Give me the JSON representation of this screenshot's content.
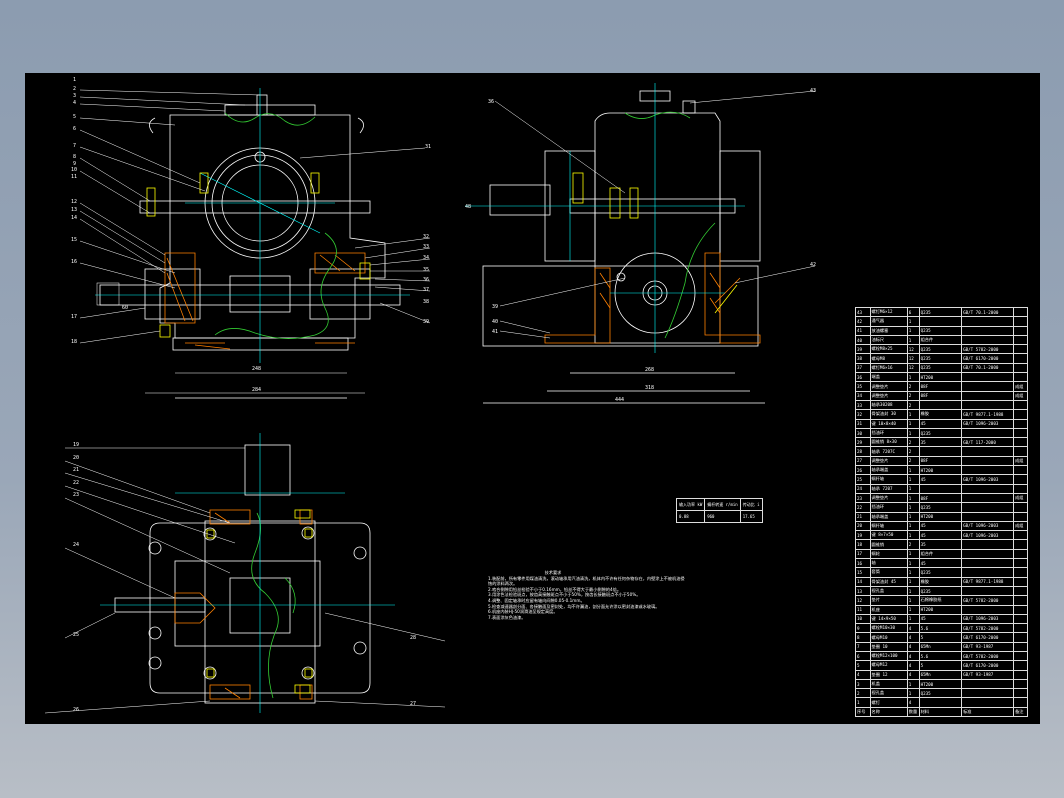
{
  "drawing": {
    "colors": {
      "background": "#000000",
      "outline": "#ffffff",
      "centerline": "#00ffff",
      "hatch": "#ff8000",
      "break_line": "#33cc33",
      "bolt": "#ffff00",
      "dim": "#ff00ff"
    },
    "front_view_balloons_left": [
      "1",
      "2",
      "3",
      "4",
      "5",
      "6",
      "7",
      "8",
      "9",
      "10",
      "11",
      "12",
      "13",
      "14",
      "15",
      "16",
      "17",
      "18"
    ],
    "front_view_balloons_right": [
      "31",
      "32",
      "33",
      "34",
      "35",
      "36",
      "37",
      "38",
      "39"
    ],
    "front_view_dims": [
      "248",
      "284",
      "60"
    ],
    "side_view_balloons": [
      "36",
      "43",
      "39",
      "40",
      "41",
      "42"
    ],
    "side_view_dims": [
      "268",
      "318",
      "444",
      "48"
    ],
    "top_view_balloons_left": [
      "19",
      "20",
      "21",
      "22",
      "23",
      "24",
      "25",
      "26"
    ],
    "top_view_balloons_right": [
      "28",
      "27"
    ]
  },
  "spec_table": {
    "headers": [
      "输入功率 kW",
      "蜗杆转速 r/min",
      "传动比 i"
    ],
    "values": [
      "0.88",
      "960",
      "17.65"
    ]
  },
  "technical_notes": {
    "title": "技术要求",
    "lines": [
      "1.装配前，所有零件用煤油清洗，滚动轴承用汽油清洗，机体内不许有任何杂物存在，内壁涂上不被机油侵蚀的涂料两次。",
      "2.啮合侧隙用铅丝检验不小于0.16mm，铅丝不得大于最小侧隙的4倍。",
      "3.用涂色法检验斑点，按齿高接触斑点不小于50%，按齿长接触斑点不小于50%。",
      "4.调整、固定轴承时应留有轴向间隙0.05-0.1mm。",
      "5.检查减速器剖分面、各接触面及密封处，均不许漏油，剖分面允许涂以密封油漆或水玻璃。",
      "6.机座内装HJ-50润滑油至规定高度。",
      "7.表面涂灰色油漆。"
    ]
  },
  "bom": {
    "rows": [
      [
        "43",
        "螺钉M6×12",
        "6",
        "Q235",
        "GB/T 70.1-2000",
        ""
      ],
      [
        "42",
        "通气器",
        "1",
        "",
        "",
        ""
      ],
      [
        "41",
        "放油螺塞",
        "1",
        "Q235",
        "",
        ""
      ],
      [
        "40",
        "油标尺",
        "1",
        "组合件",
        "",
        ""
      ],
      [
        "39",
        "螺栓M8×25",
        "12",
        "Q235",
        "GB/T 5782-2000",
        ""
      ],
      [
        "38",
        "螺母M8",
        "12",
        "Q235",
        "GB/T 6170-2000",
        ""
      ],
      [
        "37",
        "螺钉M6×16",
        "12",
        "Q235",
        "GB/T 70.1-2000",
        ""
      ],
      [
        "36",
        "端盖",
        "1",
        "HT200",
        "",
        ""
      ],
      [
        "35",
        "调整垫片",
        "2",
        "08F",
        "",
        "成组"
      ],
      [
        "34",
        "调整垫片",
        "2",
        "08F",
        "",
        "成组"
      ],
      [
        "33",
        "轴承30208",
        "2",
        "",
        "",
        ""
      ],
      [
        "32",
        "骨架油封 30",
        "1",
        "橡胶",
        "GB/T 9877.1-1988",
        ""
      ],
      [
        "31",
        "键 10×8×40",
        "1",
        "45",
        "GB/T 1096-2003",
        ""
      ],
      [
        "30",
        "挡油环",
        "1",
        "Q235",
        "",
        ""
      ],
      [
        "29",
        "圆锥销 8×30",
        "2",
        "35",
        "GB/T 117-2000",
        ""
      ],
      [
        "28",
        "轴承 7207C",
        "2",
        "",
        "",
        ""
      ],
      [
        "27",
        "调整垫片",
        "2",
        "08F",
        "",
        "成组"
      ],
      [
        "26",
        "轴承端盖",
        "1",
        "HT200",
        "",
        ""
      ],
      [
        "25",
        "蜗杆轴",
        "1",
        "45",
        "GB/T 1096-2003",
        ""
      ],
      [
        "24",
        "轴承 7207",
        "1",
        "",
        "",
        ""
      ],
      [
        "23",
        "调整垫片",
        "1",
        "08F",
        "",
        "成组"
      ],
      [
        "22",
        "挡油环",
        "1",
        "Q235",
        "",
        ""
      ],
      [
        "21",
        "轴承端盖",
        "1",
        "HT200",
        "",
        ""
      ],
      [
        "20",
        "蜗杆轴",
        "1",
        "45",
        "GB/T 1096-2003",
        "成组"
      ],
      [
        "19",
        "键 8×7×50",
        "1",
        "45",
        "GB/T 1096-2003",
        ""
      ],
      [
        "18",
        "圆锥销",
        "2",
        "35",
        "",
        ""
      ],
      [
        "17",
        "蜗轮",
        "1",
        "组合件",
        "",
        ""
      ],
      [
        "16",
        "轴",
        "1",
        "45",
        "",
        ""
      ],
      [
        "15",
        "套筒",
        "1",
        "Q235",
        "",
        ""
      ],
      [
        "14",
        "骨架油封 45",
        "1",
        "橡胶",
        "GB/T 9877.1-1988",
        ""
      ],
      [
        "13",
        "视孔盖",
        "1",
        "Q235",
        "",
        ""
      ],
      [
        "12",
        "垫片",
        "1",
        "石棉橡胶纸",
        "GB/T 5782-2000",
        ""
      ],
      [
        "11",
        "机座",
        "1",
        "HT200",
        "",
        ""
      ],
      [
        "10",
        "键 14×9×50",
        "1",
        "45",
        "GB/T 1096-2003",
        ""
      ],
      [
        "9",
        "螺栓M10×30",
        "4",
        "5.6",
        "GB/T 5782-2000",
        ""
      ],
      [
        "8",
        "螺母M10",
        "4",
        "5",
        "GB/T 6170-2000",
        ""
      ],
      [
        "7",
        "垫圈 10",
        "4",
        "65Mn",
        "GB/T 93-1987",
        ""
      ],
      [
        "6",
        "螺栓M12×100",
        "4",
        "5.6",
        "GB/T 5782-2000",
        ""
      ],
      [
        "5",
        "螺母M12",
        "4",
        "5",
        "GB/T 6170-2000",
        ""
      ],
      [
        "4",
        "垫圈 12",
        "4",
        "65Mn",
        "GB/T 93-1987",
        ""
      ],
      [
        "3",
        "机盖",
        "1",
        "HT200",
        "",
        ""
      ],
      [
        "2",
        "视孔盖",
        "1",
        "Q235",
        "",
        ""
      ],
      [
        "1",
        "螺钉",
        "4",
        "",
        "",
        ""
      ]
    ],
    "footer": [
      "序号",
      "名称",
      "数量",
      "材料",
      "标准",
      "备注"
    ]
  }
}
